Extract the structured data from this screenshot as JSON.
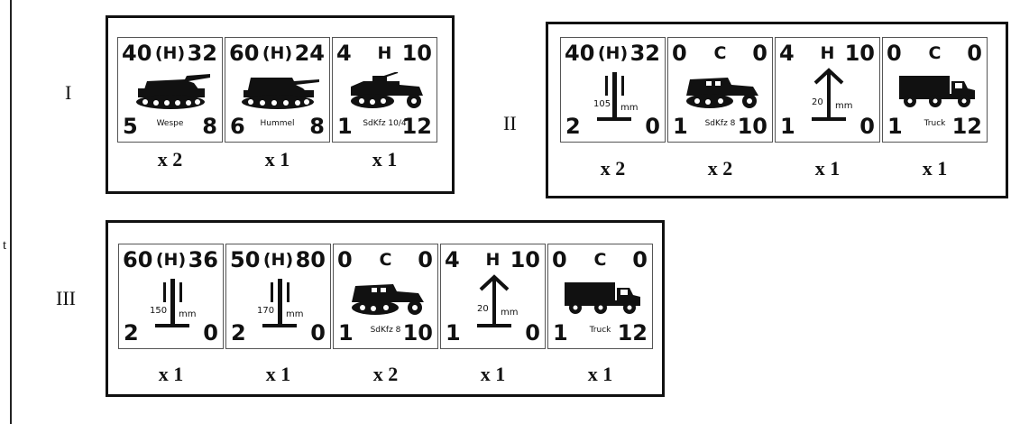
{
  "margin_text": "t",
  "groups": [
    {
      "numeral": "I",
      "counters": [
        {
          "tl": "40",
          "tc": "(H)",
          "tr": "32",
          "bl": "5",
          "br": "8",
          "label": "Wespe",
          "icon": "spg-wespe-icon",
          "qty": "x 2"
        },
        {
          "tl": "60",
          "tc": "(H)",
          "tr": "24",
          "bl": "6",
          "br": "8",
          "label": "Hummel",
          "icon": "spg-hummel-icon",
          "qty": "x 1"
        },
        {
          "tl": "4",
          "tc": "H",
          "tr": "10",
          "bl": "1",
          "br": "12",
          "label": "SdKfz 10/4",
          "icon": "halftrack-flak-icon",
          "qty": "x 1"
        }
      ]
    },
    {
      "numeral": "II",
      "counters": [
        {
          "tl": "40",
          "tc": "(H)",
          "tr": "32",
          "bl": "2",
          "br": "0",
          "caliber": "105",
          "mm": "mm",
          "icon": "artillery-symbol-icon",
          "qty": "x 2"
        },
        {
          "tl": "0",
          "tc": "C",
          "tr": "0",
          "bl": "1",
          "br": "10",
          "label": "SdKfz 8",
          "icon": "halftrack-tractor-icon",
          "qty": "x 2"
        },
        {
          "tl": "4",
          "tc": "H",
          "tr": "10",
          "bl": "1",
          "br": "0",
          "caliber": "20",
          "mm": "mm",
          "icon": "aa-gun-symbol-icon",
          "qty": "x 1"
        },
        {
          "tl": "0",
          "tc": "C",
          "tr": "0",
          "bl": "1",
          "br": "12",
          "label": "Truck",
          "icon": "truck-icon",
          "qty": "x 1"
        }
      ]
    },
    {
      "numeral": "III",
      "counters": [
        {
          "tl": "60",
          "tc": "(H)",
          "tr": "36",
          "bl": "2",
          "br": "0",
          "caliber": "150",
          "mm": "mm",
          "icon": "artillery-symbol-icon",
          "qty": "x 1"
        },
        {
          "tl": "50",
          "tc": "(H)",
          "tr": "80",
          "bl": "2",
          "br": "0",
          "caliber": "170",
          "mm": "mm",
          "icon": "artillery-symbol-icon",
          "qty": "x 1"
        },
        {
          "tl": "0",
          "tc": "C",
          "tr": "0",
          "bl": "1",
          "br": "10",
          "label": "SdKfz 8",
          "icon": "halftrack-tractor-icon",
          "qty": "x 2"
        },
        {
          "tl": "4",
          "tc": "H",
          "tr": "10",
          "bl": "1",
          "br": "0",
          "caliber": "20",
          "mm": "mm",
          "icon": "aa-gun-symbol-icon",
          "qty": "x 1"
        },
        {
          "tl": "0",
          "tc": "C",
          "tr": "0",
          "bl": "1",
          "br": "12",
          "label": "Truck",
          "icon": "truck-icon",
          "qty": "x 1"
        }
      ]
    }
  ]
}
